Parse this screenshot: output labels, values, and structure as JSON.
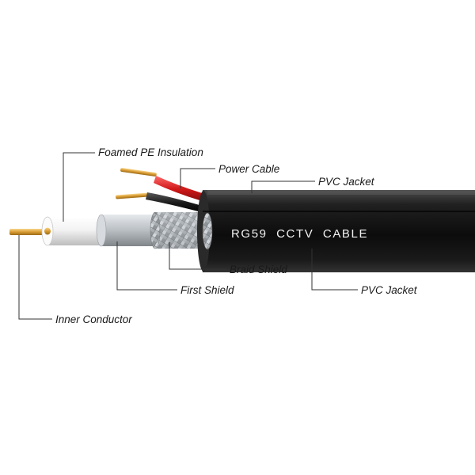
{
  "cable_print": "RG59  CCTV  CABLE",
  "labels": {
    "foamed_pe_insulation": "Foamed PE Insulation",
    "power_cable": "Power Cable",
    "pvc_jacket_top": "PVC Jacket",
    "braid_shield": "Braid Shield",
    "first_shield": "First Shield",
    "pvc_jacket_bottom": "PVC Jacket",
    "inner_conductor": "Inner Conductor"
  },
  "colors": {
    "jacket": "#141414",
    "power_wire_red": "#d81e1e",
    "power_wire_black": "#1c1c1c",
    "copper": "#d9a23a",
    "insulation": "#f1f1f1",
    "foil_shield": "#bfc4c8",
    "braid": "#9aa0a5"
  }
}
